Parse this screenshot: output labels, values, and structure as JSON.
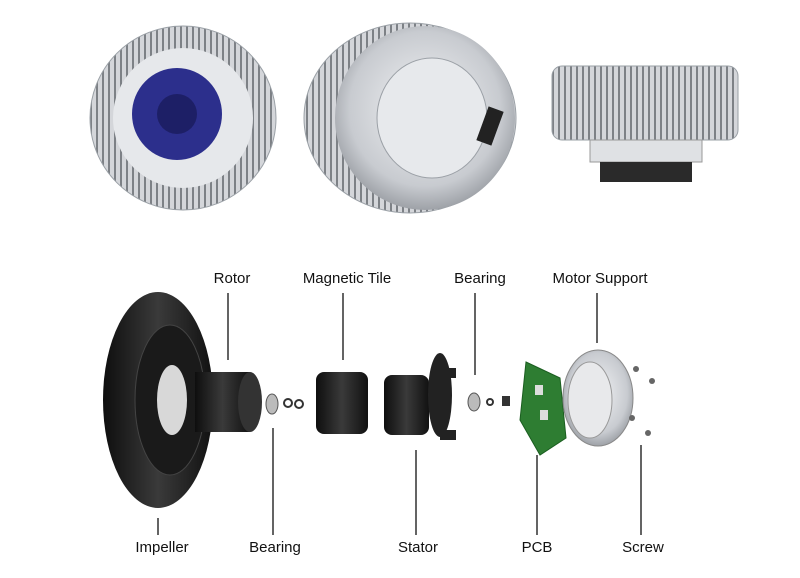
{
  "labels": {
    "rotor": "Rotor",
    "magnetic_tile": "Magnetic Tile",
    "bearing_top": "Bearing",
    "motor_support": "Motor Support",
    "impeller": "Impeller",
    "bearing_bottom": "Bearing",
    "stator": "Stator",
    "pcb": "PCB",
    "screw": "Screw"
  },
  "colors": {
    "hub_blue": "#2c2f8c",
    "pcb_green": "#2e7d32",
    "metal": "#c9ccd1",
    "dark_part": "#1c1c1c"
  }
}
